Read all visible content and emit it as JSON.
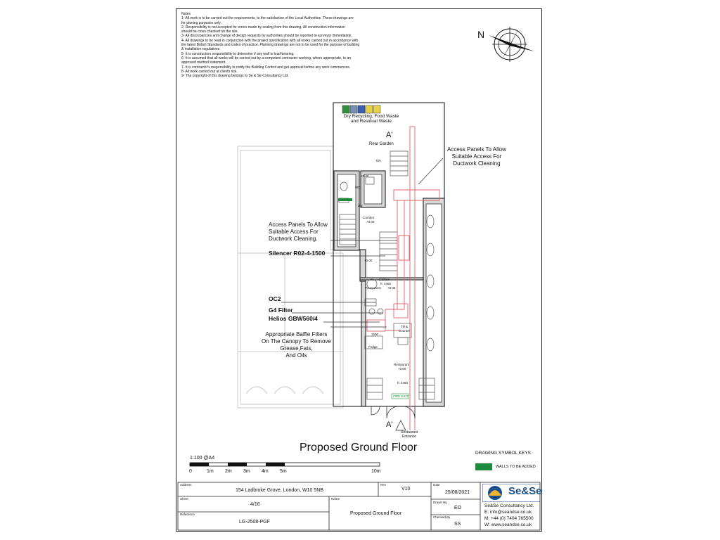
{
  "notes": {
    "heading": "Notes",
    "lines": [
      "1- All work is to be carried out the requirements, to the satisfaction of the Local Authorities. These drawings are",
      "for planing purposes only.",
      "2- Responsibility is not accepted for errors made by scaling from this drawing. All construction information",
      "should be cross checked on the site.",
      "3- All discrepancies and change of design requests by authorities should be reported to surveyor immediately.",
      "4- All drawings to be read in conjunction with the project specification with all works carried out in accordance with",
      "the latest British Standards and codes of practice. Planning drawings are not to be used for the purpose of building",
      "& installation regulations.",
      "5- It is constructors responsibility to determine if any wall is load-bearing.",
      "6- It is assumed that all works will be carried out by a competent contractor working, where appropriate, to an",
      "approved method statement.",
      "7- It is contractor's responsibility to notify the Building Control and get approval before any work commences.",
      "8- All work carried out at clients risk.",
      "9- The copyright of this drawing belongs to Se & Se Consultancy Ltd."
    ]
  },
  "north": "N",
  "plan": {
    "waste_label_1": "Dry Recycling, Food Waste",
    "waste_label_2": "and Residual Waste",
    "section_top": "A'",
    "section_bottom": "A'",
    "rear_garden": "Rear Garden",
    "dn1": "DN",
    "dn2": "DN",
    "wc": "WC",
    "corridor": "Corridor",
    "corridor_level": "+0.00",
    "level_top": "+0.00",
    "level_mid": "+0.00",
    "kitchen": "Kitchen",
    "kitchen_h": "h: 4460",
    "kitchen_level": "+0.00",
    "pizza_oven": "Pizza Oven",
    "restaurant": "Restaurant",
    "restaurant_level": "+0.00",
    "restaurant_h": "h: 4460",
    "fire_exit": "FIRE EXIT",
    "entrance_1": "Restaurant",
    "entrance_2": "Entrance",
    "fridge": "Fridge",
    "till": "Till &",
    "counter": "Counter",
    "dim_1500": "1500"
  },
  "annotations": {
    "access_right_1": "Access Panels To Allow",
    "access_right_2": "Suitable Access For",
    "access_right_3": "Ductwork Cleaning",
    "access_left_1": "Access Panels To Allow",
    "access_left_2": "Suitable Access For",
    "access_left_3": "Ductwork Cleaning.",
    "silencer": "Silencer R02-4-1500",
    "oc2": "OC2",
    "g4": "G4 Filter",
    "helios": "Helios GBW560/4",
    "baffle_1": "Appropriate Baffle Filters",
    "baffle_2": "On The Canopy To Remove",
    "baffle_3": "Grease,Fats,",
    "baffle_4": "And Oils"
  },
  "drawing_title": "Proposed Ground Floor",
  "legend": {
    "heading": "DRAWING SYMBOL KEYS",
    "walls_label": "WALLS TO BE ADDED",
    "walls_color": "#1f8a3a"
  },
  "scale": {
    "ratio": "1:100 @A4",
    "ticks": [
      "0",
      "1m",
      "2m",
      "3m",
      "4m",
      "5m",
      "10m"
    ]
  },
  "title_block": {
    "address_label": "Address",
    "address": "154 Ladbroke Grove, London, W10 5NB",
    "rev_label": "Rev",
    "rev": "V10",
    "date_label": "Date",
    "date": "25/08/2021",
    "sheet_label": "Sheet",
    "sheet": "4/16",
    "name_label": "Name",
    "name": "Proposed Ground Floor",
    "drawn_label": "Drawn By",
    "drawn": "EO",
    "reference_label": "Reference",
    "reference": "LG-2508-PGF",
    "checked_label": "Checked By",
    "checked": "SS",
    "company_logo": "Se&Se",
    "company": "Se&Se Consultancy Ltd.",
    "email": "E: info@seandse.co.uk",
    "phone": "M: +44 (0) 7404 765500",
    "web": "W: www.seandse.co.uk"
  },
  "colors": {
    "duct": "#e0606a",
    "wall": "#333333",
    "ghost": "#c8c8c8",
    "logo": "#1a4e8c"
  }
}
